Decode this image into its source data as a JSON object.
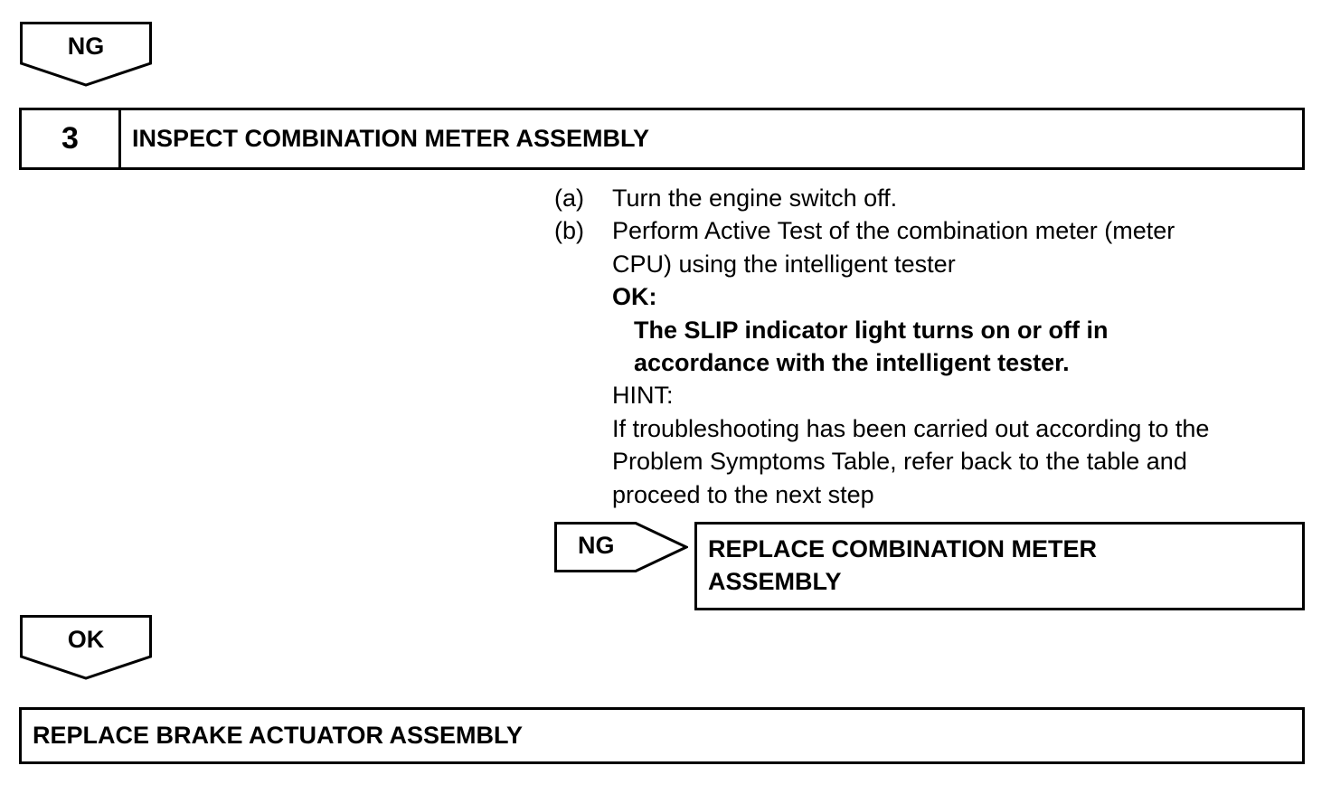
{
  "top_arrow": {
    "label": "NG"
  },
  "step": {
    "number": "3",
    "title": "INSPECT COMBINATION METER ASSEMBLY"
  },
  "instructions": {
    "a": {
      "marker": "(a)",
      "text": "Turn the engine switch off."
    },
    "b": {
      "marker": "(b)",
      "line1": "Perform Active Test of the combination meter (meter",
      "line2": "CPU) using the intelligent tester"
    },
    "ok_label": "OK:",
    "ok_line1": "The SLIP indicator light turns on or off in",
    "ok_line2": "accordance with the intelligent tester.",
    "hint_label": "HINT:",
    "hint_line1": "If troubleshooting has been carried out according to the",
    "hint_line2": "Problem Symptoms Table, refer back to the table and",
    "hint_line3": "proceed to the next step"
  },
  "ng_branch": {
    "label": "NG",
    "result_line1": "REPLACE COMBINATION METER",
    "result_line2": "ASSEMBLY"
  },
  "ok_arrow": {
    "label": "OK"
  },
  "final_step": {
    "title": "REPLACE BRAKE ACTUATOR ASSEMBLY"
  }
}
